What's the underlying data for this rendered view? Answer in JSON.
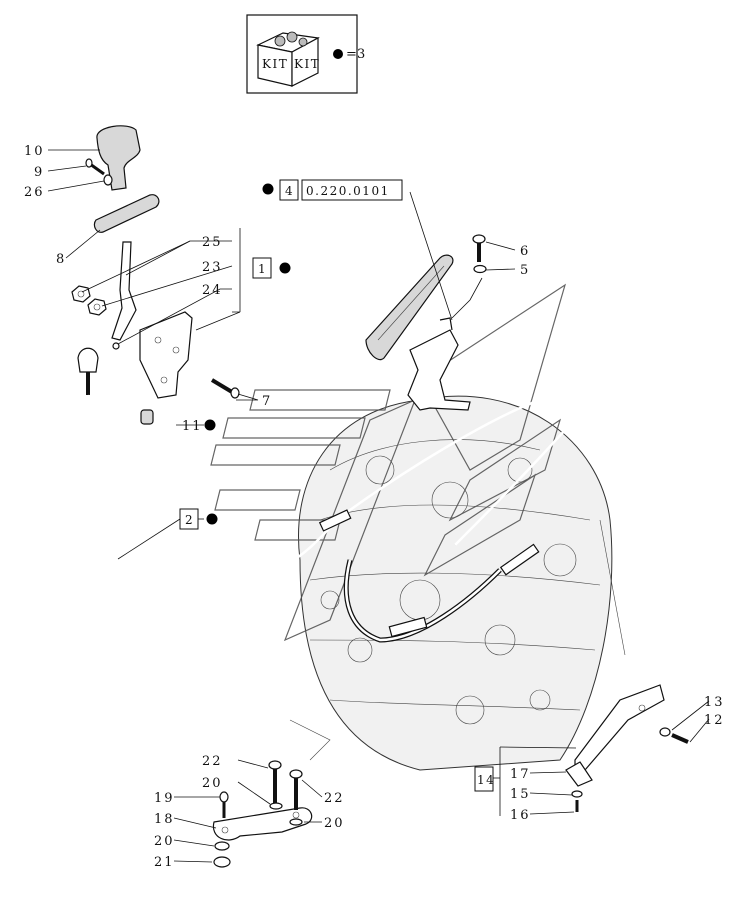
{
  "kit_legend": {
    "kit_text_1": "KIT",
    "kit_text_2": "KIT",
    "equals": "=",
    "qty": "3"
  },
  "reference_box": {
    "number": "4",
    "code": "0.220.0101"
  },
  "callouts": {
    "c10": "10",
    "c9": "9",
    "c26": "26",
    "c8": "8",
    "c25": "25",
    "c23": "23",
    "c24": "24",
    "c1": "1",
    "c6": "6",
    "c5": "5",
    "c7": "7",
    "c11": "11",
    "c2": "2",
    "c13": "13",
    "c12": "12",
    "c14": "14",
    "c17": "17",
    "c15": "15",
    "c16": "16",
    "c22a": "22",
    "c20a": "20",
    "c19": "19",
    "c18": "18",
    "c20b": "20",
    "c21": "21",
    "c22b": "22",
    "c20c": "20"
  }
}
